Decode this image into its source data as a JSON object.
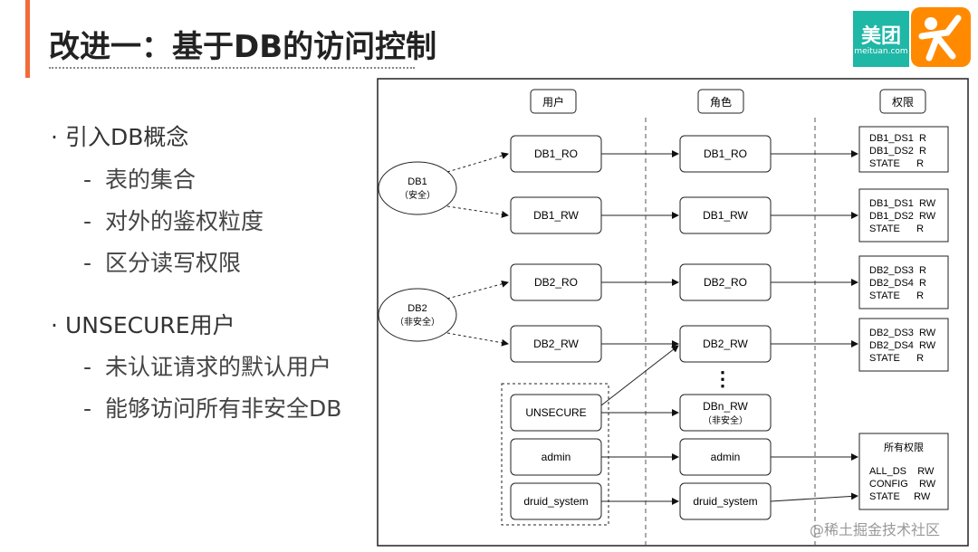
{
  "title": "改进一：基于DB的访问控制",
  "logo": {
    "text": "美团",
    "sub": "meituan.com"
  },
  "bullets": [
    {
      "text": "引入DB概念"
    },
    {
      "text": "UNSECURE用户"
    }
  ],
  "subs": [
    {
      "text": "表的集合"
    },
    {
      "text": "对外的鉴权粒度"
    },
    {
      "text": "区分读写权限"
    },
    {
      "text": "未认证请求的默认用户"
    },
    {
      "text": "能够访问所有非安全DB"
    }
  ],
  "diagram": {
    "headers": {
      "user": "用户",
      "role": "角色",
      "perm": "权限"
    },
    "db1": {
      "line1": "DB1",
      "line2": "（安全）"
    },
    "db2": {
      "line1": "DB2",
      "line2": "（非安全）"
    },
    "users": [
      "DB1_RO",
      "DB1_RW",
      "DB2_RO",
      "DB2_RW",
      "UNSECURE",
      "admin",
      "druid_system"
    ],
    "roles": [
      "DB1_RO",
      "DB1_RW",
      "DB2_RO",
      "DB2_RW",
      "DBn_RW",
      "（非安全）",
      "admin",
      "druid_system"
    ],
    "ellipsis": "⋮",
    "perms": [
      [
        "DB1_DS1  R",
        "DB1_DS2  R",
        "STATE      R"
      ],
      [
        "DB1_DS1  RW",
        "DB1_DS2  RW",
        "STATE      R"
      ],
      [
        "DB2_DS3  R",
        "DB2_DS4  R",
        "STATE      R"
      ],
      [
        "DB2_DS3  RW",
        "DB2_DS4  RW",
        "STATE      R"
      ]
    ],
    "all_perm": {
      "title": "所有权限",
      "lines": [
        "ALL_DS    RW",
        "CONFIG    RW",
        "STATE     RW"
      ]
    }
  },
  "watermark": "@稀土掘金技术社区"
}
